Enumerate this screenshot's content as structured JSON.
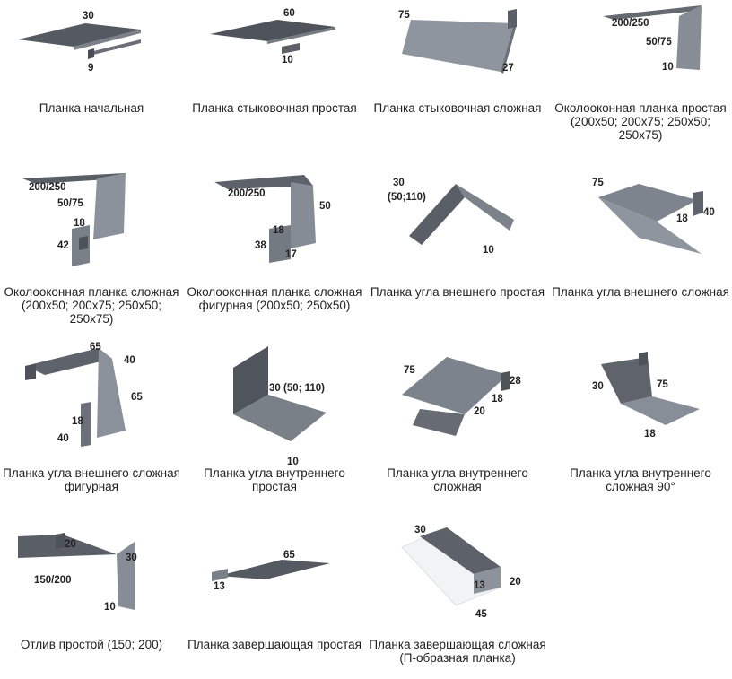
{
  "items": [
    {
      "caption": "Планка начальная",
      "dims": [
        "30",
        "9"
      ]
    },
    {
      "caption": "Планка стыковочная простая",
      "dims": [
        "60",
        "10"
      ]
    },
    {
      "caption": "Планка стыковочная сложная",
      "dims": [
        "75",
        "27"
      ]
    },
    {
      "caption": "Околооконная планка простая (200x50; 200x75; 250x50; 250x75)",
      "dims": [
        "200/250",
        "50/75",
        "10"
      ]
    },
    {
      "caption": "Околооконная планка сложная (200x50; 200x75; 250x50; 250x75)",
      "dims": [
        "200/250",
        "50/75",
        "18",
        "42"
      ]
    },
    {
      "caption": "Околооконная планка сложная фигурная (200x50; 250x50)",
      "dims": [
        "200/250",
        "50",
        "18",
        "38",
        "17"
      ]
    },
    {
      "caption": "Планка угла внешнего простая",
      "dims": [
        "30",
        "(50;110)",
        "10"
      ]
    },
    {
      "caption": "Планка угла внешнего сложная",
      "dims": [
        "75",
        "18",
        "40"
      ]
    },
    {
      "caption": "Планка угла внешнего сложная фигурная",
      "dims": [
        "65",
        "40",
        "65",
        "18",
        "40"
      ]
    },
    {
      "caption": "Планка угла внутреннего простая",
      "dims": [
        "30 (50; 110)",
        "10"
      ]
    },
    {
      "caption": "Планка угла внутреннего сложная",
      "dims": [
        "75",
        "28",
        "18",
        "20"
      ]
    },
    {
      "caption": "Планка угла внутреннего сложная 90°",
      "dims": [
        "30",
        "75",
        "18"
      ]
    },
    {
      "caption": "Отлив простой (150; 200)",
      "dims": [
        "20",
        "30",
        "150/200",
        "10"
      ]
    },
    {
      "caption": "Планка завершающая простая",
      "dims": [
        "65",
        "13"
      ]
    },
    {
      "caption": "Планка завершающая сложная (П-образная планка)",
      "dims": [
        "30",
        "13",
        "20",
        "45"
      ]
    }
  ]
}
